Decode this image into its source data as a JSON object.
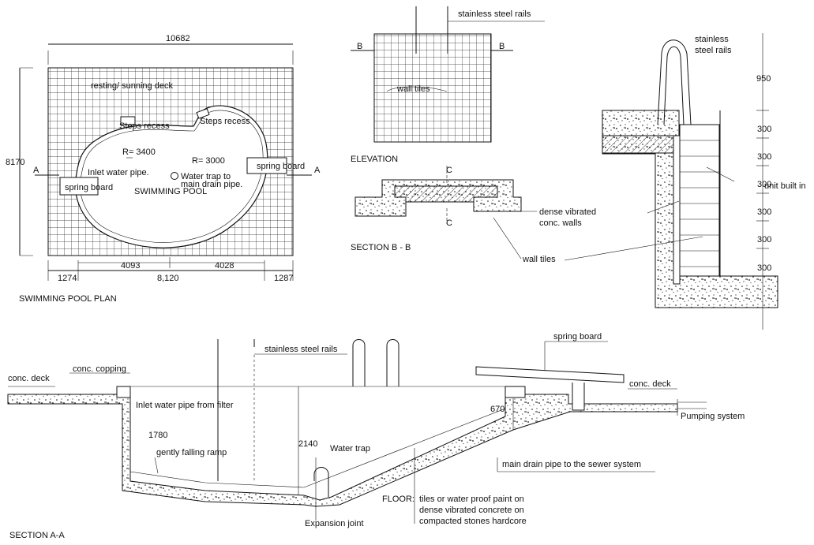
{
  "plan": {
    "title": "SWIMMING POOL PLAN",
    "width_dim": "10682",
    "height_dim": "8170",
    "deck_label": "resting/ sunning deck",
    "steps_recess_1": "Steps recess",
    "steps_recess_2": "Steps recess",
    "radius_1": "R= 3400",
    "radius_2": "R= 3000",
    "inlet_label": "Inlet water pipe.",
    "water_trap_label_1": "Water trap to",
    "water_trap_label_2": "main drain pipe.",
    "pool_label": "SWIMMING POOL",
    "spring_board_left": "spring board",
    "spring_board_right": "spring board",
    "section_mark_left": "A",
    "section_mark_right": "A",
    "dim_4093": "4093",
    "dim_4028": "4028",
    "dim_1274": "1274",
    "dim_8120": "8,120",
    "dim_1287": "1287"
  },
  "elevation": {
    "title": "ELEVATION",
    "rails_label": "stainless steel rails",
    "wall_tiles_label": "wall tiles",
    "mark_b_left": "B",
    "mark_b_right": "B"
  },
  "section_bb": {
    "title": "SECTION B - B",
    "mark_c_top": "C",
    "mark_c_bottom": "C",
    "dense_label_1": "dense vibrated",
    "dense_label_2": "conc. walls",
    "wall_tiles_label": "wall tiles"
  },
  "section_cc": {
    "rails_label_1": "stainless",
    "rails_label_2": "steel rails",
    "dim_950": "950",
    "dims": [
      "300",
      "300",
      "300",
      "300",
      "300",
      "300"
    ],
    "unit_label": "unit built in"
  },
  "section_aa": {
    "title": "SECTION A-A",
    "conc_deck_left": "conc. deck",
    "conc_copping": "conc. copping",
    "rails_label": "stainless steel rails",
    "spring_board": "spring board",
    "conc_deck_right": "conc. deck",
    "inlet_label": "Inlet water pipe from filter",
    "dim_1780": "1780",
    "ramp_label": "gently falling ramp",
    "dim_2140": "2140",
    "water_trap": "Water trap",
    "dim_670": "670",
    "pumping": "Pumping system",
    "main_drain": "main drain pipe to the sewer system",
    "floor_label": "FLOOR:",
    "floor_line_1": "tiles or water proof paint on",
    "floor_line_2": "dense vibrated concrete on",
    "floor_line_3": "compacted stones hardcore",
    "expansion": "Expansion joint"
  }
}
